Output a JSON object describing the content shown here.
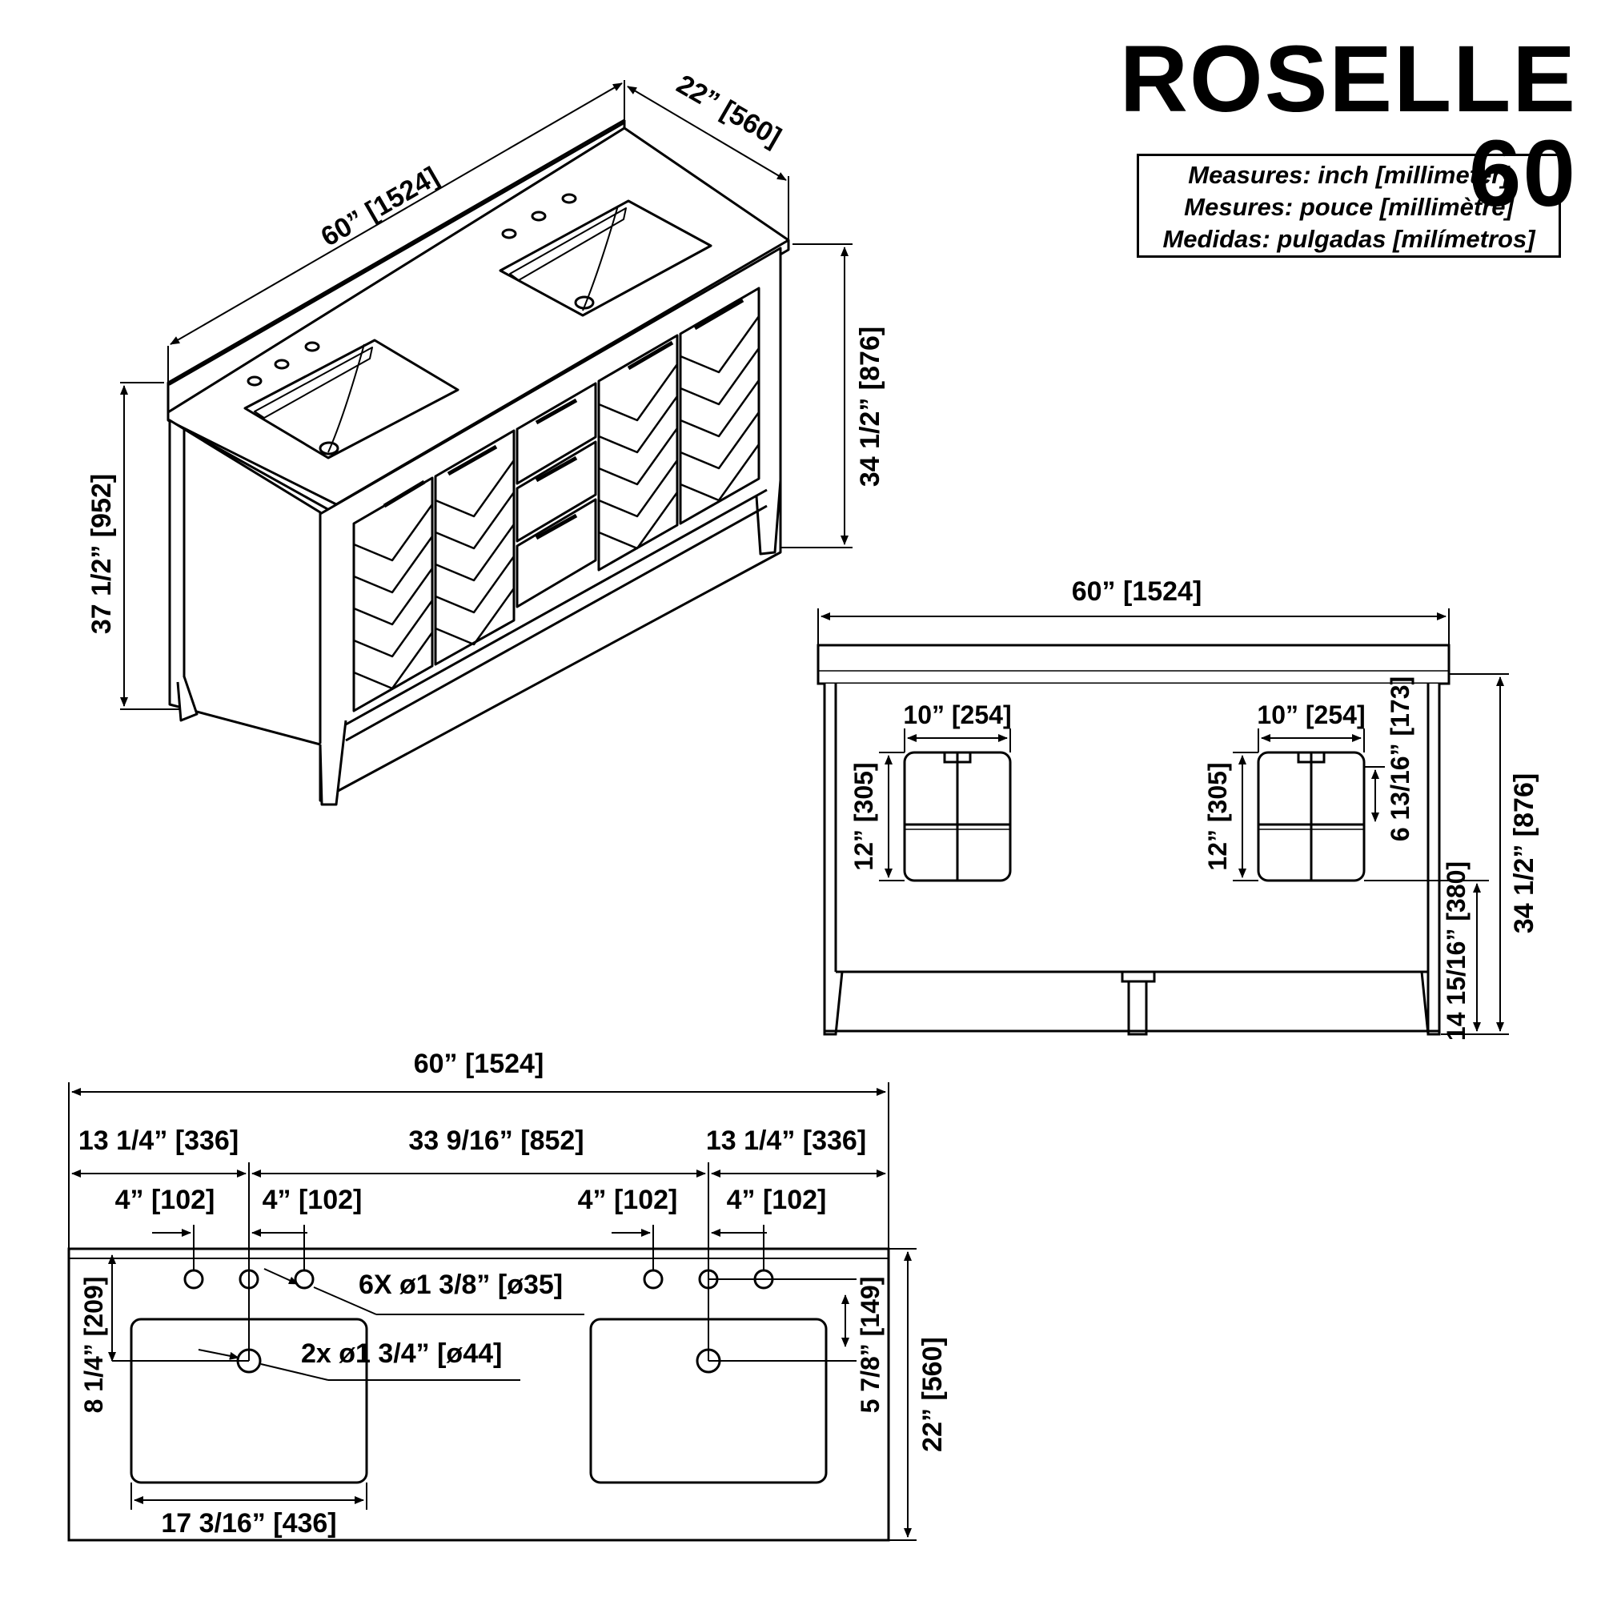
{
  "title": "ROSELLE 60",
  "units_legend": [
    "Measures: inch [millimeter]",
    "Mesures: pouce [millimètre]",
    "Medidas: pulgadas [milímetros]"
  ],
  "iso_view": {
    "width": "60” [1524]",
    "depth": "22” [560]",
    "height_total": "37 1/2” [952]",
    "height_body": "34 1/2” [876]"
  },
  "back_view": {
    "width": "60” [1524]",
    "opening_left_width": "10” [254]",
    "opening_right_width": "10” [254]",
    "opening_left_height": "12” [305]",
    "opening_right_height": "12” [305]",
    "top_to_opening": "6 13/16” [173]",
    "floor_to_opening": "14 15/16” [380]",
    "height": "34 1/2” [876]"
  },
  "top_view": {
    "total_width": "60” [1524]",
    "left_offset": "13 1/4” [336]",
    "center_spacing": "33 9/16” [852]",
    "right_offset": "13 1/4” [336]",
    "faucet_spacing": [
      "4” [102]",
      "4” [102]",
      "4” [102]",
      "4” [102]"
    ],
    "faucet_holes": "6X ø1 3/8” [ø35]",
    "drain_holes": "2x ø1 3/4” [ø44]",
    "left_drain_depth": "8 1/4” [209]",
    "right_drain_depth": "5 7/8” [149]",
    "sink_width": "17 3/16” [436]",
    "depth": "22” [560]"
  }
}
